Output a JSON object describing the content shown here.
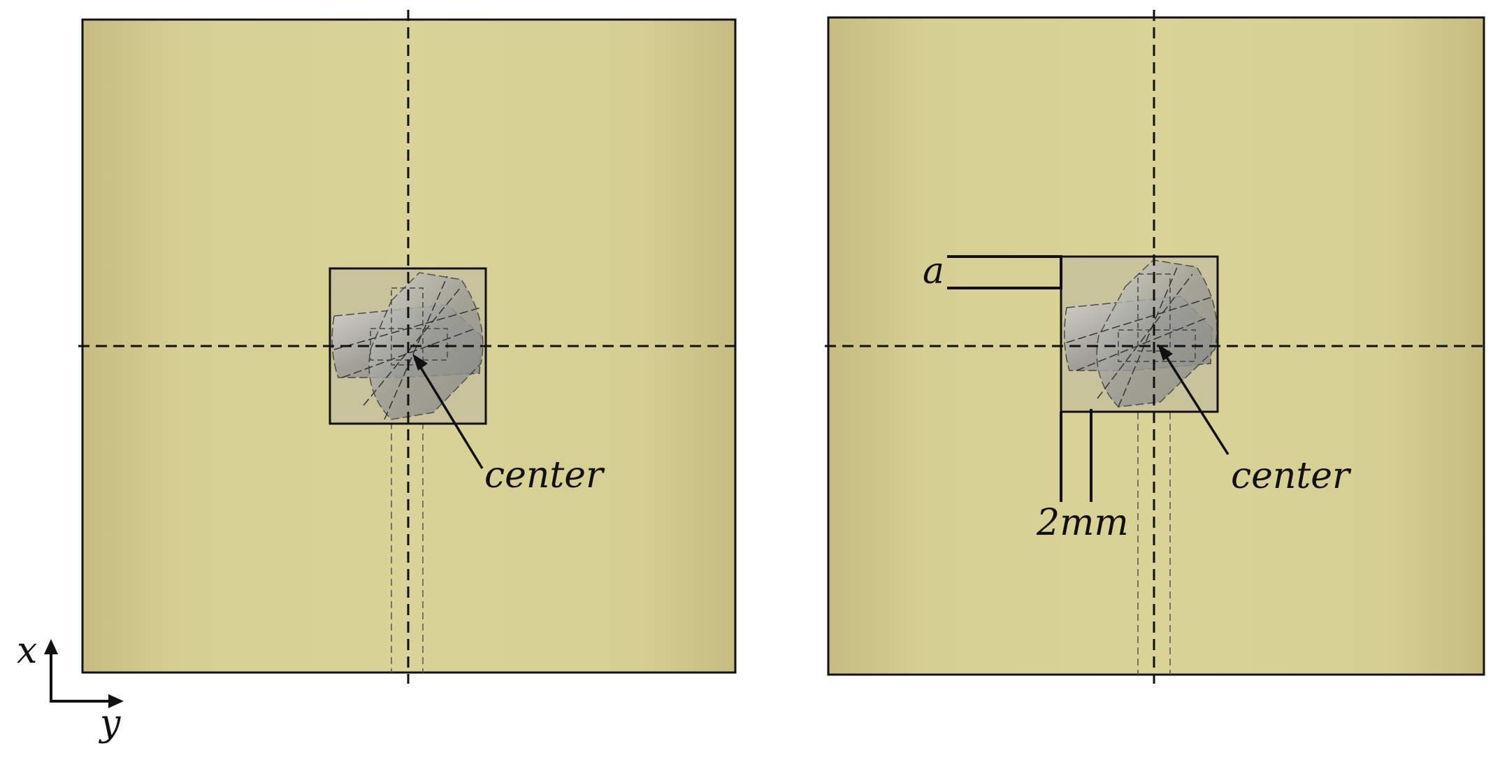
{
  "colors": {
    "plate_center": "#d8d196",
    "plate_edge": "#c8bd80",
    "outline": "#111111",
    "part_fill": "#a0a09c",
    "part_window": "#c8c39a"
  },
  "labels": {
    "left_center": "center",
    "right_center": "center",
    "offset_a": "a",
    "width_2mm": "2mm",
    "axis_x": "x",
    "axis_y": "y"
  }
}
